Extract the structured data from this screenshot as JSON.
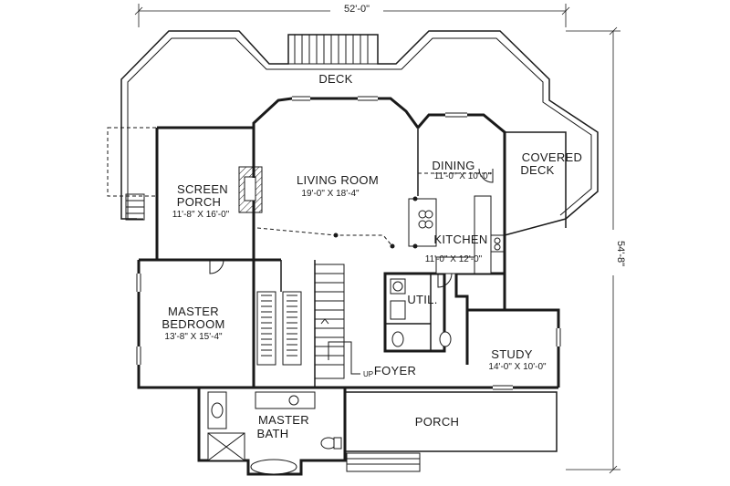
{
  "plan": {
    "dimensions": {
      "width": "52'-0\"",
      "depth": "54'-8\""
    },
    "rooms": {
      "deck": {
        "name": "DECK"
      },
      "living_room": {
        "name": "LIVING ROOM",
        "size": "19'-0\" X 18'-4\""
      },
      "dining": {
        "name": "DINING",
        "size": "11'-0\" X 10'-0\""
      },
      "covered_deck": {
        "line1": "COVERED",
        "line2": "DECK"
      },
      "screen_porch": {
        "line1": "SCREEN",
        "line2": "PORCH",
        "size": "11'-8\" X 16'-0\""
      },
      "kitchen": {
        "name": "KITCHEN",
        "size": "11'-0\" X 12'-0\""
      },
      "utility": {
        "name": "UTIL."
      },
      "master_bedroom": {
        "line1": "MASTER",
        "line2": "BEDROOM",
        "size": "13'-8\" X 15'-4\""
      },
      "study": {
        "name": "STUDY",
        "size": "14'-0\" X 10'-0\""
      },
      "foyer": {
        "name": "FOYER",
        "stair_note": "UP"
      },
      "master_bath": {
        "line1": "MASTER",
        "line2": "BATH"
      },
      "porch": {
        "name": "PORCH"
      }
    }
  }
}
